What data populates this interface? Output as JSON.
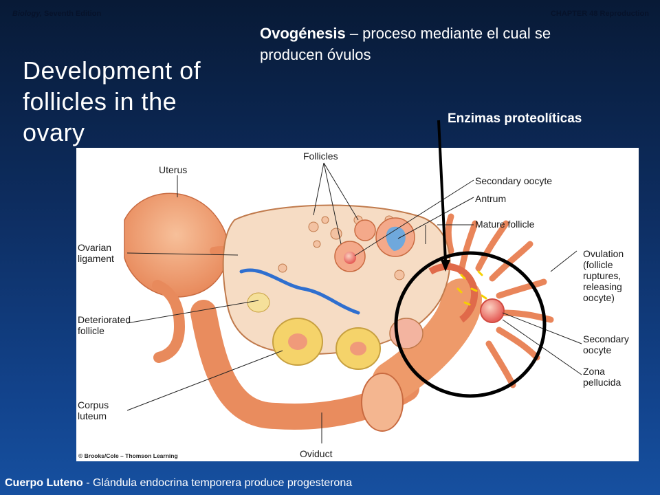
{
  "header": {
    "book_title": "Biology,",
    "book_edition": " Seventh Edition",
    "chapter": "CHAPTER 48 Reproduction"
  },
  "slide": {
    "title": "Development of follicles in the ovary",
    "ovogenesis_term": "Ovogénesis",
    "ovogenesis_def": " – proceso mediante el cual se producen óvulos",
    "enzymes_label": "Enzimas proteolíticas",
    "footer_term": "Cuerpo Luteno",
    "footer_def": " - Glándula endocrina temporera produce progesterona"
  },
  "figure": {
    "labels": {
      "uterus": "Uterus",
      "follicles": "Follicles",
      "secondary_oocyte_top": "Secondary oocyte",
      "antrum": "Antrum",
      "mature_follicle": "Mature follicle",
      "ovarian_ligament": "Ovarian\nligament",
      "ovulation": "Ovulation\n(follicle\nruptures,\nreleasing\noocyte)",
      "deteriorated_follicle": "Deteriorated\nfollicle",
      "secondary_oocyte_bottom": "Secondary\noocyte",
      "zona_pellucida": "Zona\npellucida",
      "corpus_luteum": "Corpus\nluteum",
      "oviduct": "Oviduct"
    },
    "copyright": "© Brooks/Cole – Thomson Learning"
  },
  "colors": {
    "background_top": "#081a36",
    "background_bottom": "#1650a0",
    "tissue": "#f0a87c",
    "ovary": "#f6dcc4",
    "corpus_luteum": "#f5d36a",
    "antrum": "#6fa8dc",
    "highlight_circle": "#000000"
  }
}
